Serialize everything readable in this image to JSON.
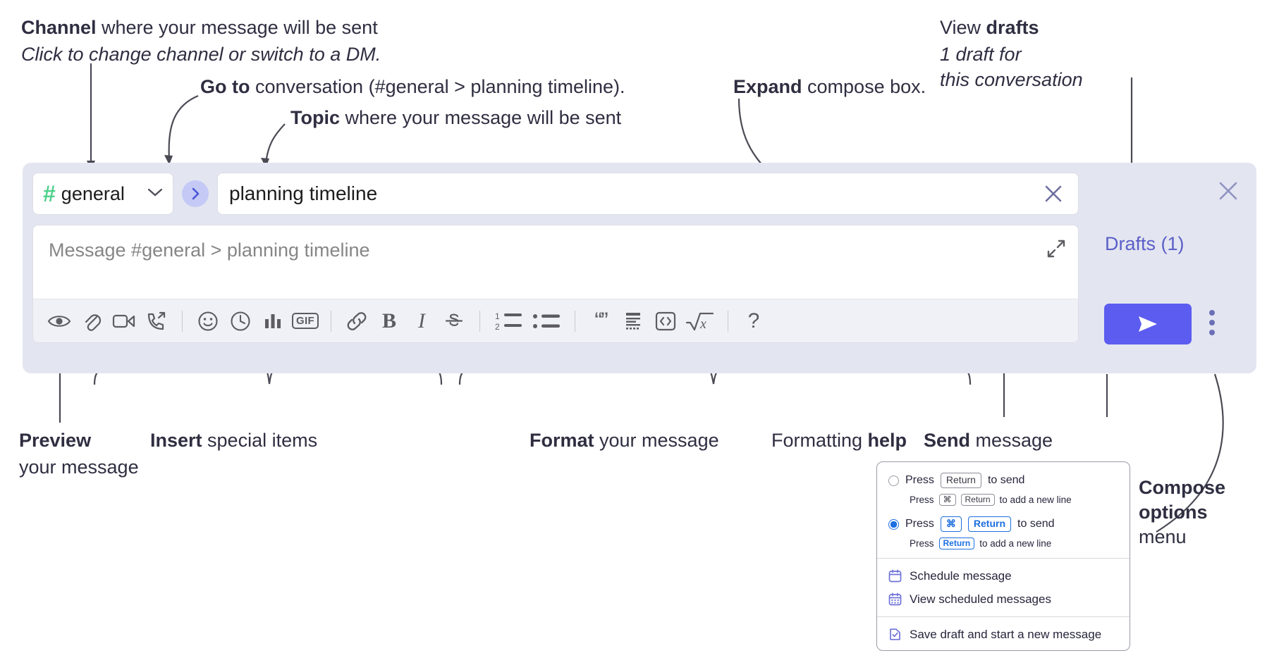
{
  "annotations": {
    "channel": {
      "bold": "Channel",
      "rest": " where your message will be sent",
      "sub": "Click to change channel or switch to a DM."
    },
    "goto": {
      "bold": "Go to",
      "rest": " conversation (#general > planning timeline)."
    },
    "topic": {
      "bold": "Topic",
      "rest": " where your message will be sent"
    },
    "expand": {
      "bold": "Expand",
      "rest": " compose box."
    },
    "drafts": {
      "lead": "View ",
      "bold": "drafts",
      "sub1": "1 draft for",
      "sub2": "this conversation"
    },
    "preview": {
      "bold": "Preview",
      "sub": "your message"
    },
    "insert": {
      "bold": "Insert",
      "rest": " special items"
    },
    "format": {
      "bold": "Format",
      "rest": " your message"
    },
    "help": {
      "lead": "Formatting ",
      "bold": "help"
    },
    "send": {
      "bold": "Send",
      "rest": " message"
    },
    "compose_options": {
      "bold1": "Compose",
      "bold2": "options",
      "rest": "menu"
    }
  },
  "compose": {
    "channel": {
      "hash": "#",
      "name": "general",
      "chevron": "chevron-down-icon"
    },
    "goto_icon": "chevron-right-icon",
    "topic": {
      "value": "planning timeline",
      "clear_icon": "close-icon"
    },
    "message": {
      "placeholder": "Message #general > planning timeline",
      "expand_icon": "expand-icon"
    },
    "toolbar_items": [
      "preview-icon",
      "attachment-icon",
      "video-icon",
      "huddle-icon",
      "emoji-icon",
      "clock-icon",
      "poll-icon",
      "gif-icon",
      "link-icon",
      "bold-icon",
      "italic-icon",
      "strikethrough-icon",
      "ordered-list-icon",
      "bulleted-list-icon",
      "blockquote-icon",
      "code-block-icon",
      "code-icon",
      "math-icon",
      "help-icon"
    ],
    "gif_label": "GIF",
    "bold_label": "B",
    "italic_label": "I",
    "help_label": "?",
    "ordered_list_numbers": [
      "1",
      "2"
    ],
    "quote_glyph": "“”",
    "math_label": "x"
  },
  "right_panel": {
    "close_icon": "close-icon",
    "drafts_label": "Drafts (1)",
    "send_icon": "send-icon",
    "kebab_icon": "more-options-icon"
  },
  "options_menu": {
    "send_options": [
      {
        "selected": false,
        "title_pre": "Press",
        "title_key": "Return",
        "title_post": "to send",
        "sub_pre": "Press",
        "sub_key1": "⌘",
        "sub_key2": "Return",
        "sub_post": "to add a new line"
      },
      {
        "selected": true,
        "title_pre": "Press",
        "title_key1": "⌘",
        "title_key2": "Return",
        "title_post": "to send",
        "sub_pre": "Press",
        "sub_key": "Return",
        "sub_post": "to add a new line"
      }
    ],
    "items": [
      {
        "icon": "calendar-icon",
        "label": "Schedule message"
      },
      {
        "icon": "calendar-grid-icon",
        "label": "View scheduled messages"
      },
      {
        "icon": "save-draft-icon",
        "label": "Save draft and start a new message"
      }
    ]
  },
  "colors": {
    "panel_bg": "#e3e5f1",
    "accent_purple": "#5c5cf0",
    "link_purple": "#5b5fc7",
    "hash_green": "#4fd18b",
    "goto_bg": "#c4caf5",
    "blue": "#1d6fe0"
  }
}
